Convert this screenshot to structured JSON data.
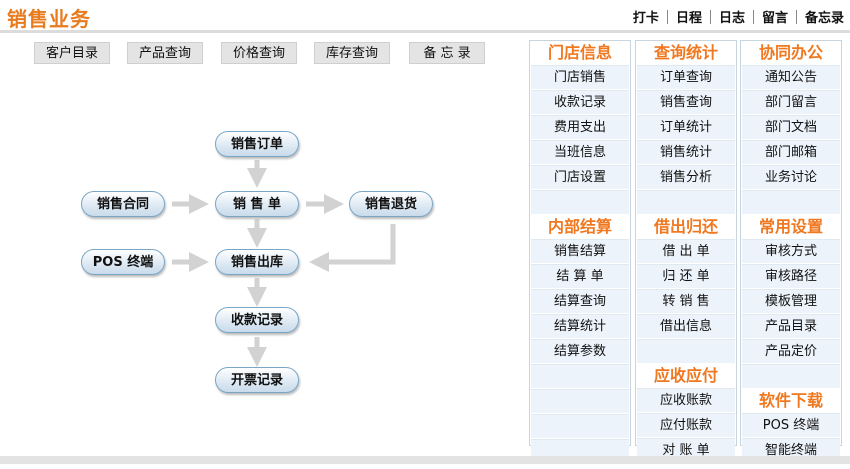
{
  "header": {
    "title": "销售业务",
    "links": [
      "打卡",
      "日程",
      "日志",
      "留言",
      "备忘录"
    ]
  },
  "query_buttons": [
    "客户目录",
    "产品查询",
    "价格查询",
    "库存查询",
    "备 忘 录"
  ],
  "flow": {
    "order": "销售订单",
    "contract": "销售合同",
    "sale": "销 售 单",
    "return": "销售退货",
    "pos": "POS 终端",
    "outbound": "销售出库",
    "payment": "收款记录",
    "invoice": "开票记录"
  },
  "columns": [
    {
      "sections": [
        {
          "title": "门店信息",
          "items": [
            "门店销售",
            "收款记录",
            "费用支出",
            "当班信息",
            "门店设置",
            ""
          ]
        },
        {
          "title": "内部结算",
          "items": [
            "销售结算",
            "结 算 单",
            "结算查询",
            "结算统计",
            "结算参数",
            "",
            "",
            "",
            "",
            ""
          ]
        }
      ]
    },
    {
      "sections": [
        {
          "title": "查询统计",
          "items": [
            "订单查询",
            "销售查询",
            "订单统计",
            "销售统计",
            "销售分析",
            ""
          ]
        },
        {
          "title": "借出归还",
          "items": [
            "借 出 单",
            "归 还 单",
            "转 销 售",
            "借出信息",
            ""
          ]
        },
        {
          "title": "应收应付",
          "items": [
            "应收账款",
            "应付账款",
            "对 账 单"
          ]
        }
      ]
    },
    {
      "sections": [
        {
          "title": "协同办公",
          "items": [
            "通知公告",
            "部门留言",
            "部门文档",
            "部门邮箱",
            "业务讨论",
            ""
          ]
        },
        {
          "title": "常用设置",
          "items": [
            "审核方式",
            "审核路径",
            "模板管理",
            "产品目录",
            "产品定价",
            ""
          ]
        },
        {
          "title": "软件下载",
          "items": [
            "POS 终端",
            "智能终端"
          ]
        }
      ]
    }
  ]
}
